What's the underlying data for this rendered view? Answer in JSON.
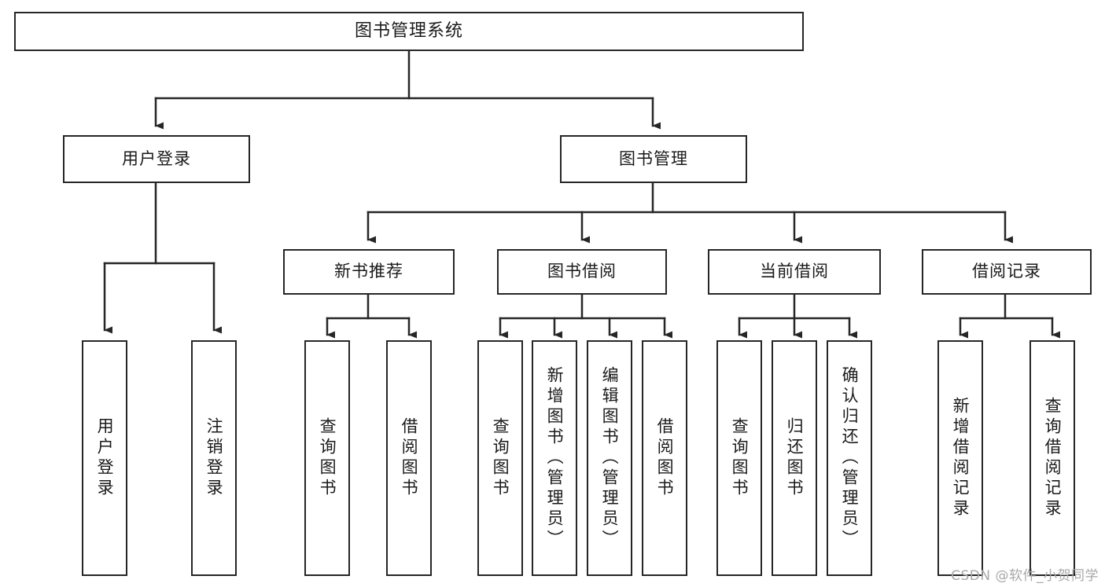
{
  "diagram": {
    "title": "图书管理系统",
    "type": "tree",
    "watermark": "CSDN @软件_小贺同学",
    "colors": {
      "background": "#ffffff",
      "node_fill": "#ffffff",
      "node_stroke": "#262626",
      "edge_stroke": "#262626",
      "text": "#1a1a1a",
      "watermark": "#a8a8a8"
    },
    "nodes": {
      "root": {
        "label": "图书管理系统"
      },
      "level2": [
        {
          "label": "用户登录"
        },
        {
          "label": "图书管理"
        }
      ],
      "level3": [
        {
          "label": "新书推荐"
        },
        {
          "label": "图书借阅"
        },
        {
          "label": "当前借阅"
        },
        {
          "label": "借阅记录"
        }
      ],
      "leaves": {
        "user_login": [
          {
            "label": "用户登录"
          },
          {
            "label": "注销登录"
          }
        ],
        "new_book_recommend": [
          {
            "label": "查询图书"
          },
          {
            "label": "借阅图书"
          }
        ],
        "book_borrow": [
          {
            "label": "查询图书"
          },
          {
            "label": "新增图书（管理员）"
          },
          {
            "label": "编辑图书（管理员）"
          },
          {
            "label": "借阅图书"
          }
        ],
        "current_borrow": [
          {
            "label": "查询图书"
          },
          {
            "label": "归还图书"
          },
          {
            "label": "确认归还（管理员）"
          }
        ],
        "borrow_record": [
          {
            "label": "新增借阅记录"
          },
          {
            "label": "查询借阅记录"
          }
        ]
      }
    },
    "edges": [
      {
        "from": "图书管理系统",
        "to": "用户登录"
      },
      {
        "from": "图书管理系统",
        "to": "图书管理"
      },
      {
        "from": "用户登录",
        "to": "用户登录"
      },
      {
        "from": "用户登录",
        "to": "注销登录"
      },
      {
        "from": "图书管理",
        "to": "新书推荐"
      },
      {
        "from": "图书管理",
        "to": "图书借阅"
      },
      {
        "from": "图书管理",
        "to": "当前借阅"
      },
      {
        "from": "图书管理",
        "to": "借阅记录"
      },
      {
        "from": "新书推荐",
        "to": "查询图书"
      },
      {
        "from": "新书推荐",
        "to": "借阅图书"
      },
      {
        "from": "图书借阅",
        "to": "查询图书"
      },
      {
        "from": "图书借阅",
        "to": "新增图书（管理员）"
      },
      {
        "from": "图书借阅",
        "to": "编辑图书（管理员）"
      },
      {
        "from": "图书借阅",
        "to": "借阅图书"
      },
      {
        "from": "当前借阅",
        "to": "查询图书"
      },
      {
        "from": "当前借阅",
        "to": "归还图书"
      },
      {
        "from": "当前借阅",
        "to": "确认归还（管理员）"
      },
      {
        "from": "借阅记录",
        "to": "新增借阅记录"
      },
      {
        "from": "借阅记录",
        "to": "查询借阅记录"
      }
    ]
  }
}
